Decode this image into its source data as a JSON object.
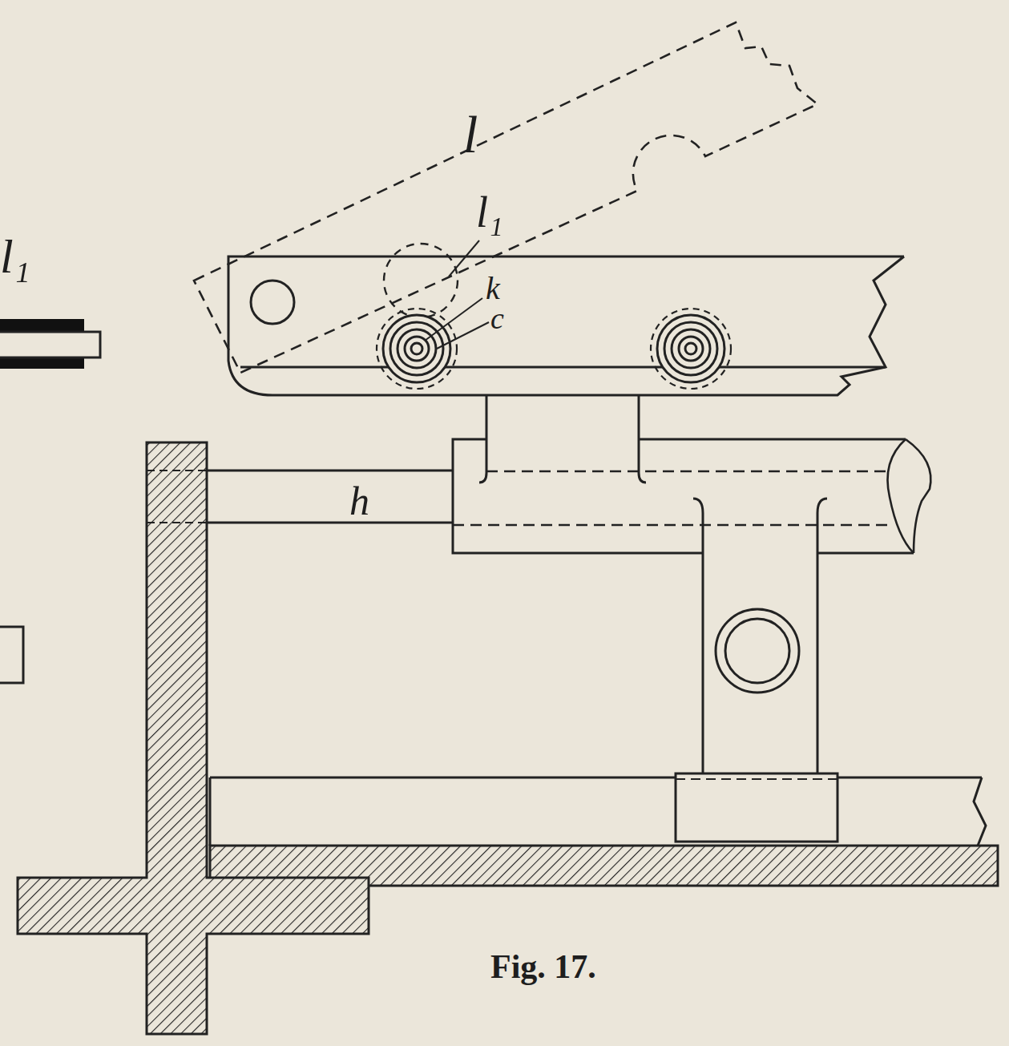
{
  "diagram": {
    "caption": "Fig. 17.",
    "labels": [
      "l₁",
      "l",
      "l₁",
      "k",
      "c",
      "h"
    ]
  }
}
